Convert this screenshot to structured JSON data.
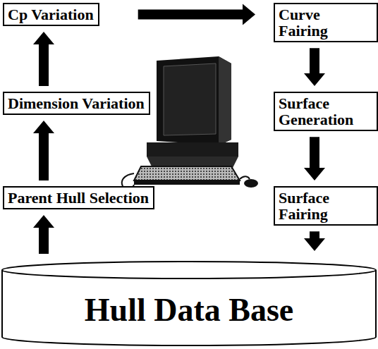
{
  "diagram": {
    "nodes": [
      {
        "text": [
          "Cp Variation"
        ]
      },
      {
        "text": [
          "Curve Fairing"
        ]
      },
      {
        "text": [
          "Dimension Variation"
        ]
      },
      {
        "text": [
          "Surface Generation"
        ]
      },
      {
        "text": [
          "Parent Hull Selection"
        ]
      },
      {
        "text": [
          "Surface Fairing"
        ]
      },
      {
        "text": [
          "Hull Data Base"
        ]
      }
    ],
    "edges": [
      {
        "from": 6,
        "to": 4,
        "arrow": "to"
      },
      {
        "from": 4,
        "to": 2,
        "arrow": "to"
      },
      {
        "from": 2,
        "to": 0,
        "arrow": "to"
      },
      {
        "from": 0,
        "to": 1,
        "arrow": "to"
      },
      {
        "from": 1,
        "to": 3,
        "arrow": "to"
      },
      {
        "from": 3,
        "to": 5,
        "arrow": "to"
      },
      {
        "from": 5,
        "to": 6,
        "arrow": "to"
      }
    ]
  }
}
